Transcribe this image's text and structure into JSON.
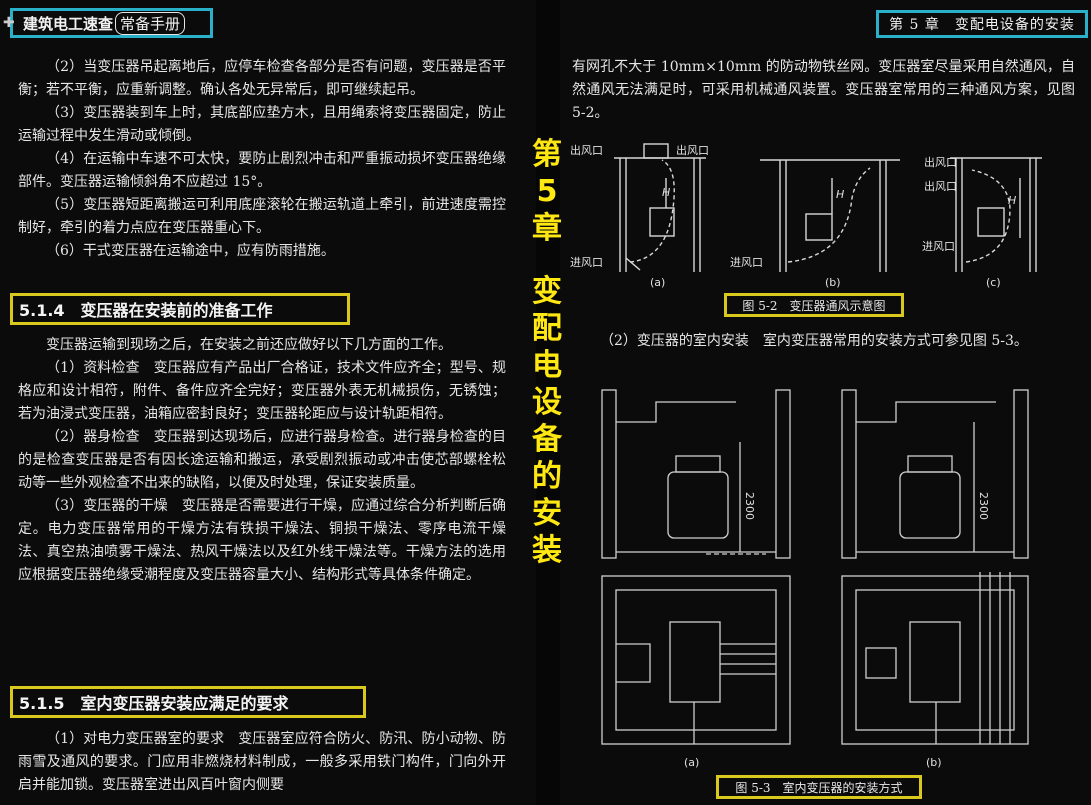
{
  "header": {
    "book_title_a": "建筑电工速查",
    "book_title_b": "常备手册",
    "chapter_title": "第 5 章　变配电设备的安装"
  },
  "left": {
    "para_2": "（2）当变压器吊起离地后，应停车检查各部分是否有问题，变压器是否平衡；若不平衡，应重新调整。确认各处无异常后，即可继续起吊。",
    "para_3": "（3）变压器装到车上时，其底部应垫方木，且用绳索将变压器固定，防止运输过程中发生滑动或倾倒。",
    "para_4": "（4）在运输中车速不可太快，要防止剧烈冲击和严重振动损坏变压器绝缘部件。变压器运输倾斜角不应超过 15°。",
    "para_5": "（5）变压器短距离搬运可利用底座滚轮在搬运轨道上牵引，前进速度需控制好，牵引的着力点应在变压器重心下。",
    "para_6": "（6）干式变压器在运输途中，应有防雨措施。",
    "sec_514": "5.1.4　变压器在安装前的准备工作",
    "intro": "变压器运输到现场之后，在安装之前还应做好以下几方面的工作。",
    "prep_1": "（1）资料检查　变压器应有产品出厂合格证，技术文件应齐全；型号、规格应和设计相符，附件、备件应齐全完好；变压器外表无机械损伤，无锈蚀；若为油浸式变压器，油箱应密封良好；变压器轮距应与设计轨距相符。",
    "prep_2": "（2）器身检查　变压器到达现场后，应进行器身检查。进行器身检查的目的是检查变压器是否有因长途运输和搬运，承受剧烈振动或冲击使芯部螺栓松动等一些外观检查不出来的缺陷，以便及时处理，保证安装质量。",
    "prep_3": "（3）变压器的干燥　变压器是否需要进行干燥，应通过综合分析判断后确定。电力变压器常用的干燥方法有铁损干燥法、铜损干燥法、零序电流干燥法、真空热油喷雾干燥法、热风干燥法以及红外线干燥法等。干燥方法的选用应根据变压器绝缘受潮程度及变压器容量大小、结构形式等具体条件确定。",
    "sec_515": "5.1.5　室内变压器安装应满足的要求",
    "req_1": "（1）对电力变压器室的要求　变压器室应符合防火、防汛、防小动物、防雨雪及通风的要求。门应用非燃烧材料制成，一般多采用铁门构件，门向外开启并能加锁。变压器室进出风百叶窗内侧要"
  },
  "vertical": [
    "第",
    "5",
    "章",
    "变",
    "配",
    "电",
    "设",
    "备",
    "的",
    "安",
    "装"
  ],
  "right": {
    "para_top": "有网孔不大于 10mm×10mm 的防动物铁丝网。变压器室尽量采用自然通风，自然通风无法满足时，可采用机械通风装置。变压器室常用的三种通风方案，见图 5-2。",
    "fig52": {
      "label_out_a": "出风口",
      "label_out_a2": "出风口",
      "label_in_a": "进风口",
      "label_in_b": "进风口",
      "label_out_c1": "出风口",
      "label_out_c2": "出风口",
      "label_in_c": "进风口",
      "h": "H",
      "sub_a": "(a)",
      "sub_b": "(b)",
      "sub_c": "(c)",
      "caption": "图 5-2　变压器通风示意图"
    },
    "para_install": "（2）变压器的室内安装　室内变压器常用的安装方式可参见图 5-3。",
    "fig53": {
      "dim": "2300",
      "sub_a": "(a)",
      "sub_b": "(b)",
      "caption": "图 5-3　室内变压器的安装方式"
    }
  },
  "colors": {
    "header_border": "#2ab0c8",
    "section_border": "#d9c91e",
    "vertical_text": "#ffe812"
  }
}
